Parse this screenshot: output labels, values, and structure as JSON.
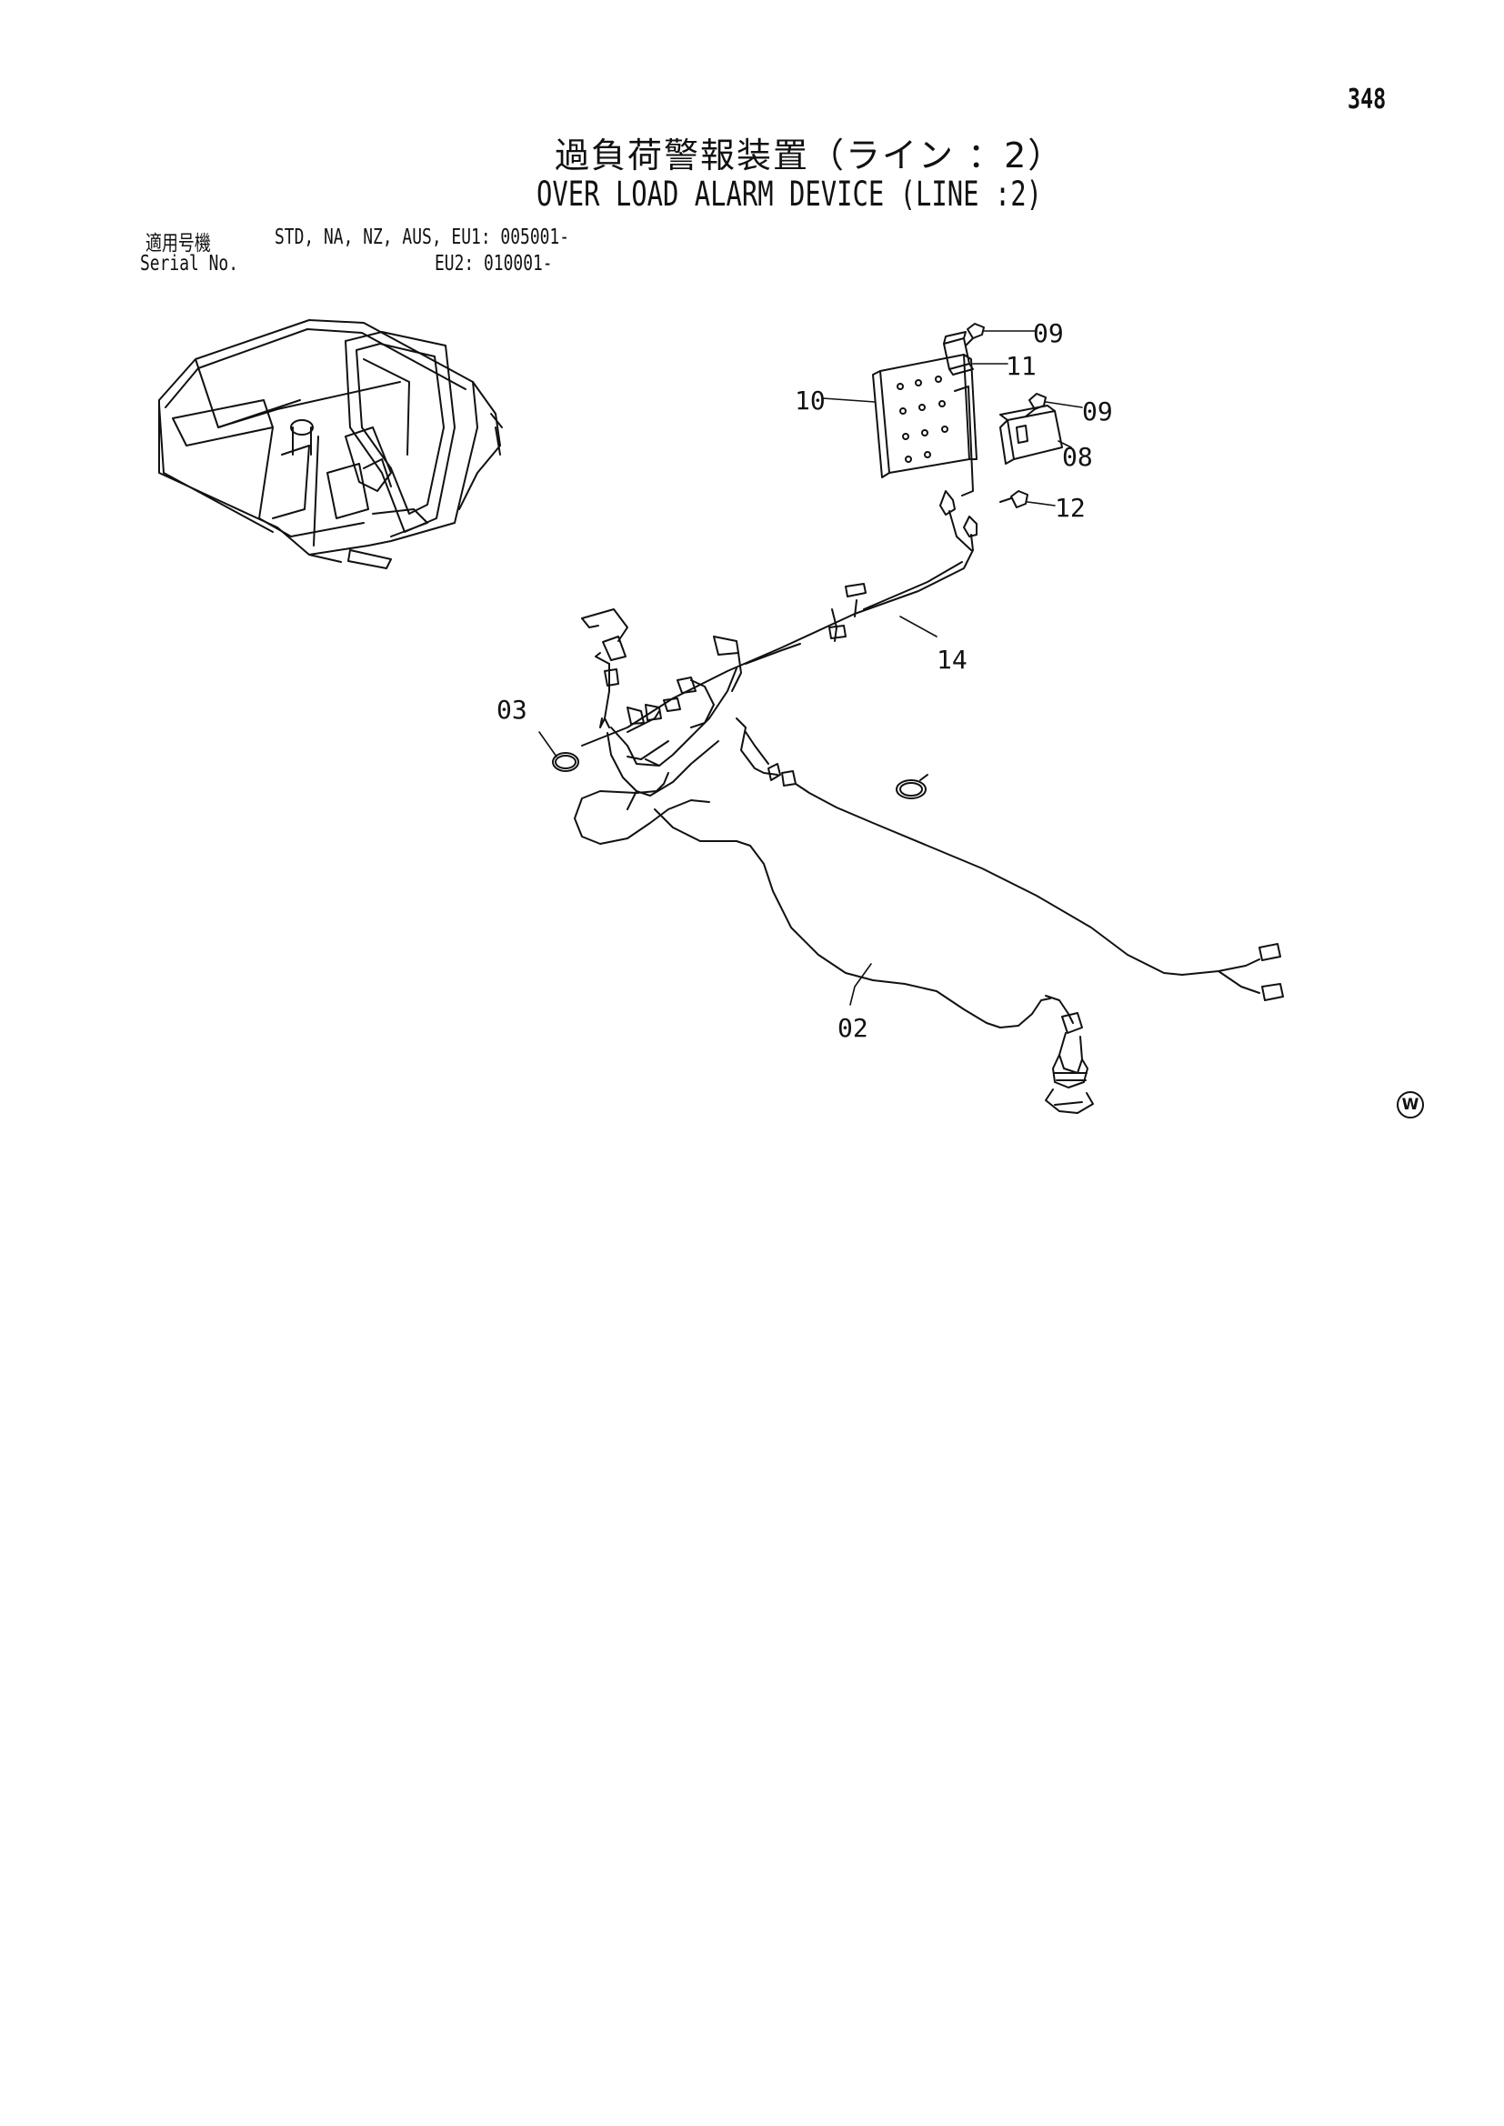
{
  "page_number": "348",
  "title_jp": "過負荷警報装置（ライン ：2）",
  "title_en": "OVER LOAD ALARM DEVICE (LINE :2)",
  "serial": {
    "label_jp": "適用号機",
    "label_en": "Serial No.",
    "line1": "STD, NA, NZ, AUS, EU1: 005001-",
    "line2": "EU2: 010001-"
  },
  "callouts": {
    "c09a": "09",
    "c11": "11",
    "c10": "10",
    "c09b": "09",
    "c08": "08",
    "c12": "12",
    "c14": "14",
    "c03": "03",
    "c02": "02"
  },
  "watermark": "W"
}
